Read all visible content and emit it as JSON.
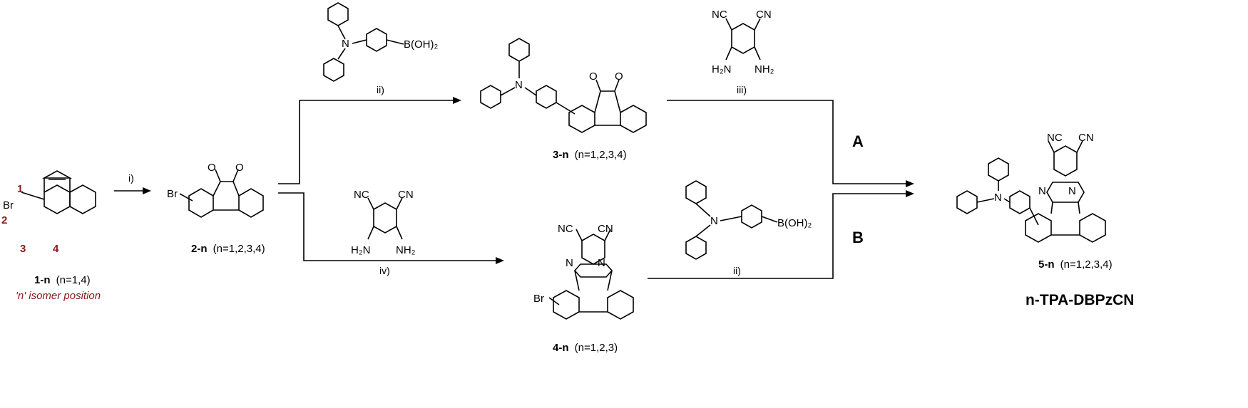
{
  "compounds": {
    "c1": {
      "id": "1-n",
      "detail": "(n=1,4)",
      "note": "'n' isomer position"
    },
    "c2": {
      "id": "2-n",
      "detail": "(n=1,2,3,4)"
    },
    "c3": {
      "id": "3-n",
      "detail": "(n=1,2,3,4)"
    },
    "c4": {
      "id": "4-n",
      "detail": "(n=1,2,3)"
    },
    "c5": {
      "id": "5-n",
      "detail": "(n=1,2,3,4)"
    }
  },
  "position_numbers": [
    "1",
    "2",
    "3",
    "4"
  ],
  "conditions": {
    "step1": "i)",
    "step2_top": "ii)",
    "step3_top": "iii)",
    "step2_bottom": "iv)",
    "step3_bottom": "ii)"
  },
  "routes": {
    "top": "A",
    "bottom": "B"
  },
  "atoms": {
    "br": "Br",
    "n": "N",
    "o": "O",
    "nc": "NC",
    "cn": "CN",
    "h2n": "H₂N",
    "nh2": "NH₂",
    "boronic": "B(OH)₂"
  },
  "product_name": "n-TPA-DBPzCN"
}
